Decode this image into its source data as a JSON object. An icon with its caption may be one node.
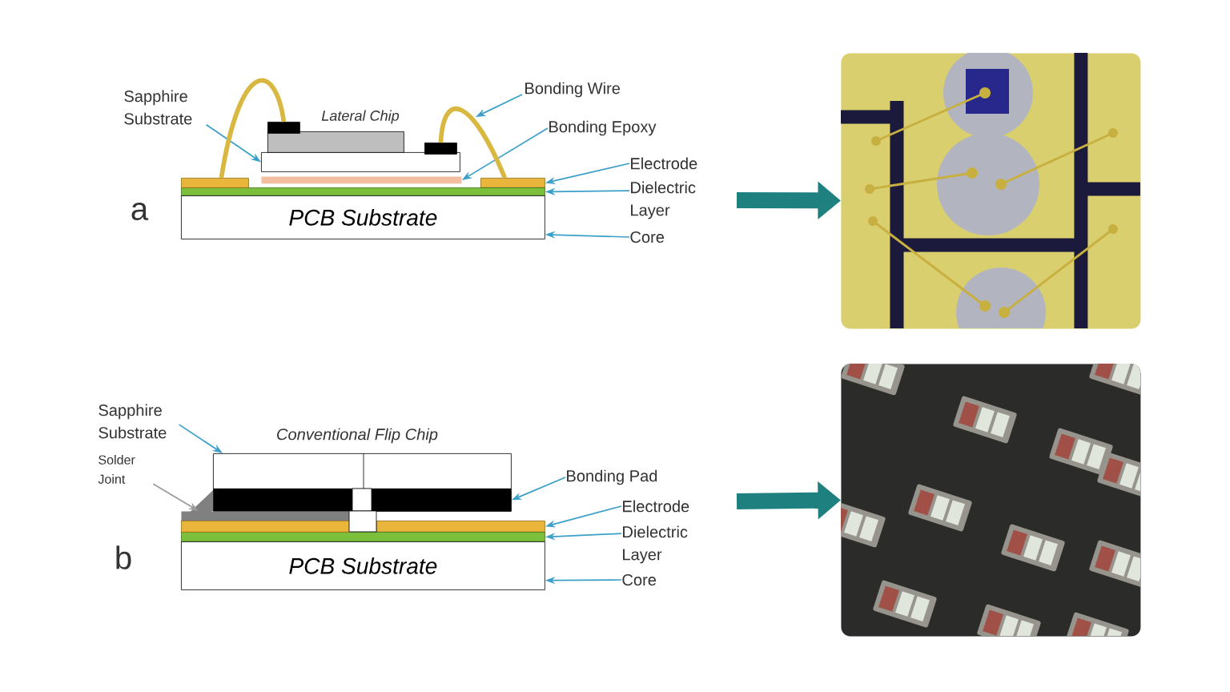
{
  "diagram": {
    "nodes": [
      {
        "text": [
          "Sapphire Substrate"
        ]
      },
      {
        "text": [
          "Bonding Wire"
        ]
      },
      {
        "text": [
          "Bonding Epoxy"
        ]
      },
      {
        "text": [
          "Electrode"
        ]
      },
      {
        "text": [
          "Dielectric Layer"
        ]
      },
      {
        "text": [
          "Core"
        ]
      },
      {
        "text": [],
        "shape": "box"
      },
      {
        "text": [],
        "shape": "bar"
      },
      {
        "text": [],
        "shape": "bar"
      },
      {
        "text": [],
        "shape": "bar"
      },
      {
        "text": [
          "PCB Substrate"
        ]
      },
      {
        "text": [],
        "shape": "picture"
      },
      {
        "text": [
          "Sapphire Substrate"
        ]
      },
      {
        "text": [
          "Solder Joint"
        ]
      },
      {
        "text": [
          "Bonding Pad"
        ]
      },
      {
        "text": [
          "Electrode"
        ]
      },
      {
        "text": [
          "Dielectric Layer"
        ]
      },
      {
        "text": [
          "Core"
        ]
      },
      {
        "text": [],
        "shape": "box"
      },
      {
        "text": [],
        "shape": "bar"
      },
      {
        "text": [],
        "shape": "bar"
      },
      {
        "text": [],
        "shape": "bar"
      },
      {
        "text": [
          "PCB Substrate"
        ]
      },
      {
        "text": [],
        "shape": "picture"
      },
      {
        "text": [],
        "shape": "box"
      },
      {
        "text": [],
        "shape": "bar"
      },
      {
        "text": [],
        "shape": "bar"
      },
      {
        "text": [],
        "shape": "bar"
      },
      {
        "text": [],
        "shape": "box"
      },
      {
        "text": [],
        "shape": "bar"
      }
    ],
    "edges": [
      {
        "from": 0,
        "to": 6,
        "arrow": "to"
      },
      {
        "from": 1,
        "to": null,
        "arrow": "to"
      },
      {
        "from": 2,
        "to": 7,
        "arrow": "to"
      },
      {
        "from": 3,
        "to": 8,
        "arrow": "to"
      },
      {
        "from": 4,
        "to": 9,
        "arrow": "to"
      },
      {
        "from": 5,
        "to": 10,
        "arrow": "to"
      },
      {
        "from": null,
        "to": 11,
        "arrow": "to",
        "style": "thick",
        "color": "#1f8080"
      },
      {
        "from": 12,
        "to": 18,
        "arrow": "to"
      },
      {
        "from": 13,
        "to": 28,
        "arrow": "to",
        "color": "#9a9a9a"
      },
      {
        "from": 14,
        "to": 19,
        "arrow": "to"
      },
      {
        "from": 15,
        "to": 20,
        "arrow": "to"
      },
      {
        "from": 16,
        "to": 21,
        "arrow": "to"
      },
      {
        "from": 17,
        "to": 22,
        "arrow": "to"
      },
      {
        "from": null,
        "to": 23,
        "arrow": "to",
        "style": "thick",
        "color": "#1f8080"
      },
      {
        "from": 25,
        "to": 27,
        "arrow": "none",
        "style": "thick",
        "color": "#d8b840"
      },
      {
        "from": 26,
        "to": 8,
        "arrow": "none",
        "style": "thick",
        "color": "#d8b840"
      }
    ],
    "labels": [
      "Lateral Chip",
      "a",
      "Conventional Flip Chip",
      "b"
    ]
  }
}
